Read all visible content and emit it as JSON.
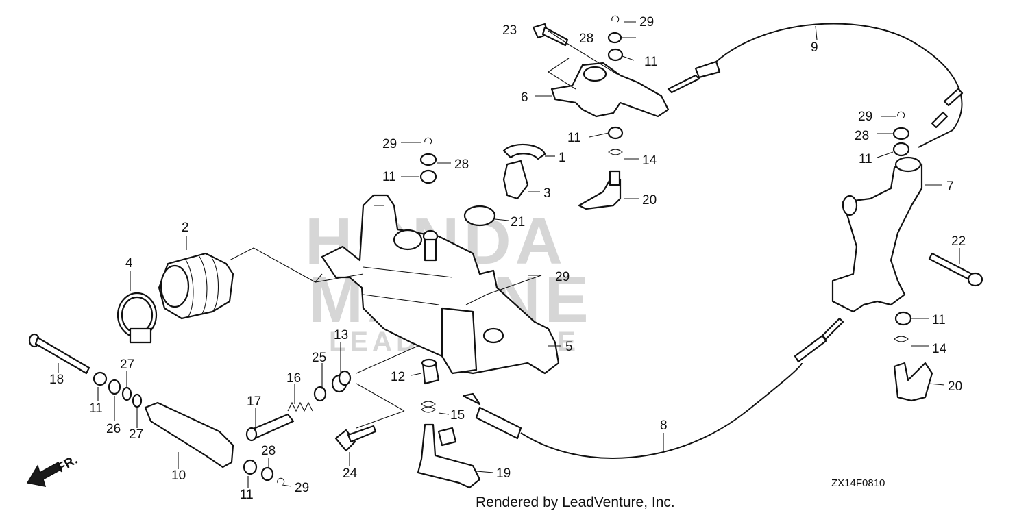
{
  "diagram_code": "ZX14F0810",
  "credit": "Rendered by LeadVenture, Inc.",
  "direction_label": "FR.",
  "watermark": {
    "line1": "HONDA",
    "line2": "MARINE",
    "line3": "LEADVENTURE"
  },
  "callouts": {
    "c1": "1",
    "c2": "2",
    "c3": "3",
    "c4": "4",
    "c5": "5",
    "c6": "6",
    "c7": "7",
    "c8": "8",
    "c9": "9",
    "c10": "10",
    "c11a": "11",
    "c11b": "11",
    "c11c": "11",
    "c11d": "11",
    "c11e": "11",
    "c11f": "11",
    "c11g": "11",
    "c12": "12",
    "c13": "13",
    "c14a": "14",
    "c14b": "14",
    "c15": "15",
    "c16": "16",
    "c17": "17",
    "c18": "18",
    "c19": "19",
    "c20a": "20",
    "c20b": "20",
    "c21": "21",
    "c22": "22",
    "c23": "23",
    "c24": "24",
    "c25": "25",
    "c26": "26",
    "c27a": "27",
    "c27b": "27",
    "c28a": "28",
    "c28b": "28",
    "c28c": "28",
    "c28d": "28",
    "c29a": "29",
    "c29b": "29",
    "c29c": "29",
    "c29d": "29",
    "c29e": "29"
  }
}
